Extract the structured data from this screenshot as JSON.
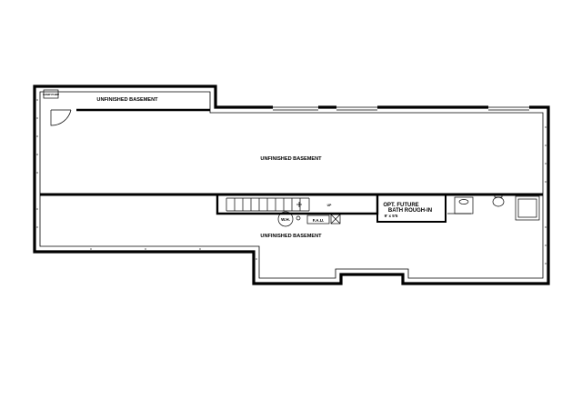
{
  "plan": {
    "rooms": {
      "upper_left": "UNFINISHED BASEMENT",
      "main": "UNFINISHED BASEMENT",
      "lower": "UNFINISHED BASEMENT"
    },
    "bath": {
      "line1": "OPT. FUTURE",
      "line2": "BATH ROUGH-IN",
      "dims": "9' x 5'5"
    },
    "equipment": {
      "water_heater": "W.H.",
      "furnace": "F.A.U.",
      "sump": "SUMP PUMP",
      "up_label": "UP"
    }
  }
}
